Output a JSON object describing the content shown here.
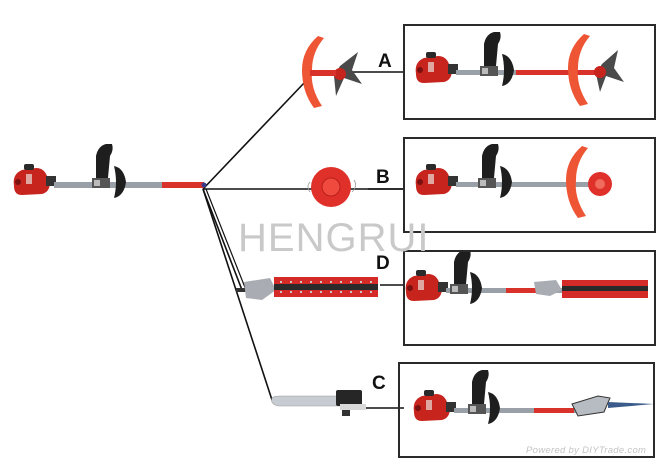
{
  "diagram": {
    "title": "Multi-function garden tool attachment diagram",
    "watermark": "HENGRUI",
    "footer_credit": "Powered by DIYTrade.com",
    "base_tool": "engine-power-unit-with-shaft",
    "colors": {
      "tool_red": "#d8322a",
      "guard_orange": "#ee5535",
      "shaft_grey": "#9aa0a8",
      "handle_black": "#1e1e1e",
      "line": "#111111",
      "box_border": "#2a2a2a",
      "watermark": "#c9c9c9"
    },
    "attachments": [
      {
        "id": "A",
        "label": "A",
        "name": "brush-cutter-blade",
        "description": "3-tooth blade with guard"
      },
      {
        "id": "B",
        "label": "B",
        "name": "trimmer-line-head",
        "description": "nylon line trimmer head"
      },
      {
        "id": "D",
        "label": "D",
        "name": "hedge-trimmer",
        "description": "hedge trimmer attachment"
      },
      {
        "id": "C",
        "label": "C",
        "name": "pole-chain-saw",
        "description": "pole saw attachment"
      }
    ]
  }
}
